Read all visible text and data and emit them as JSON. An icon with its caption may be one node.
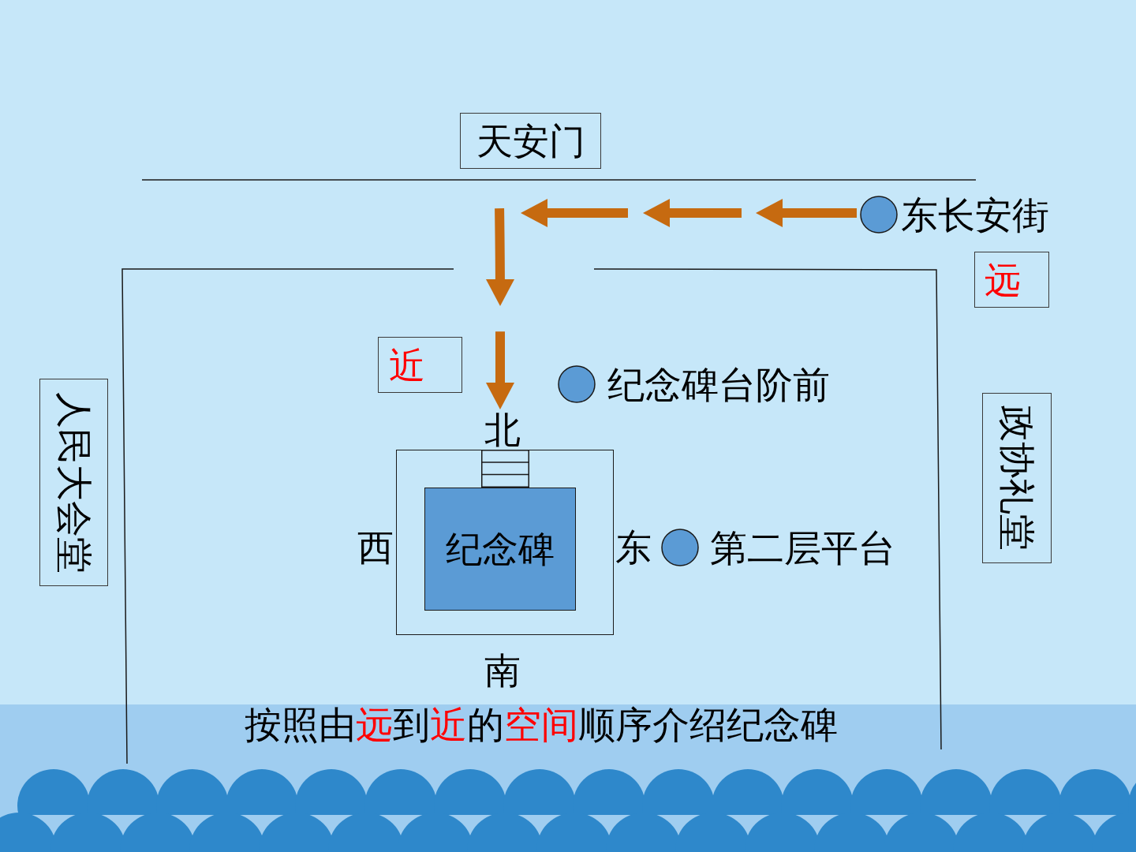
{
  "diagram": {
    "caption": "按照由**远**到**近**的**空间**顺序介绍纪念碑",
    "nodes": [
      {
        "text": [
          "天安门"
        ]
      },
      {
        "text": [
          "东长安街"
        ]
      },
      {
        "text": [
          "远"
        ]
      },
      {
        "text": [
          "近"
        ]
      },
      {
        "text": [
          "人民大会堂"
        ]
      },
      {
        "text": [
          "政协礼堂"
        ]
      },
      {
        "text": [
          "北"
        ]
      },
      {
        "text": [],
        "shape": "box"
      },
      {
        "text": [
          "纪念碑"
        ],
        "in": 7
      }
    ],
    "edges": [
      {
        "from": 1,
        "to": 6,
        "arrow": "to",
        "style": "dashed",
        "color": "#c66a10"
      }
    ],
    "labels": [
      "纪念碑台阶前",
      "西",
      "东",
      "第二层平台",
      "南"
    ]
  }
}
